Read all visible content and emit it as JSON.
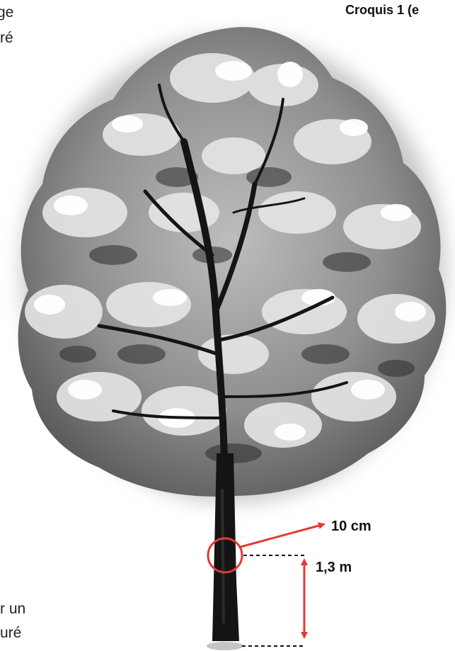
{
  "fragments": {
    "top_left_1": "ge",
    "top_left_2": "ré",
    "bottom_left_1": "r un",
    "bottom_left_2": "uré"
  },
  "figure": {
    "caption": "Croquis 1 (e",
    "subject_icon": "tree-icon",
    "diameter_label": "10 cm",
    "height_label": "1,3 m"
  },
  "colors": {
    "marker_red": "#e53935",
    "trunk": "#141414",
    "foliage_dark": "#2b2b2b",
    "foliage_mid": "#8a8a8a",
    "foliage_light": "#e6e6e6"
  }
}
